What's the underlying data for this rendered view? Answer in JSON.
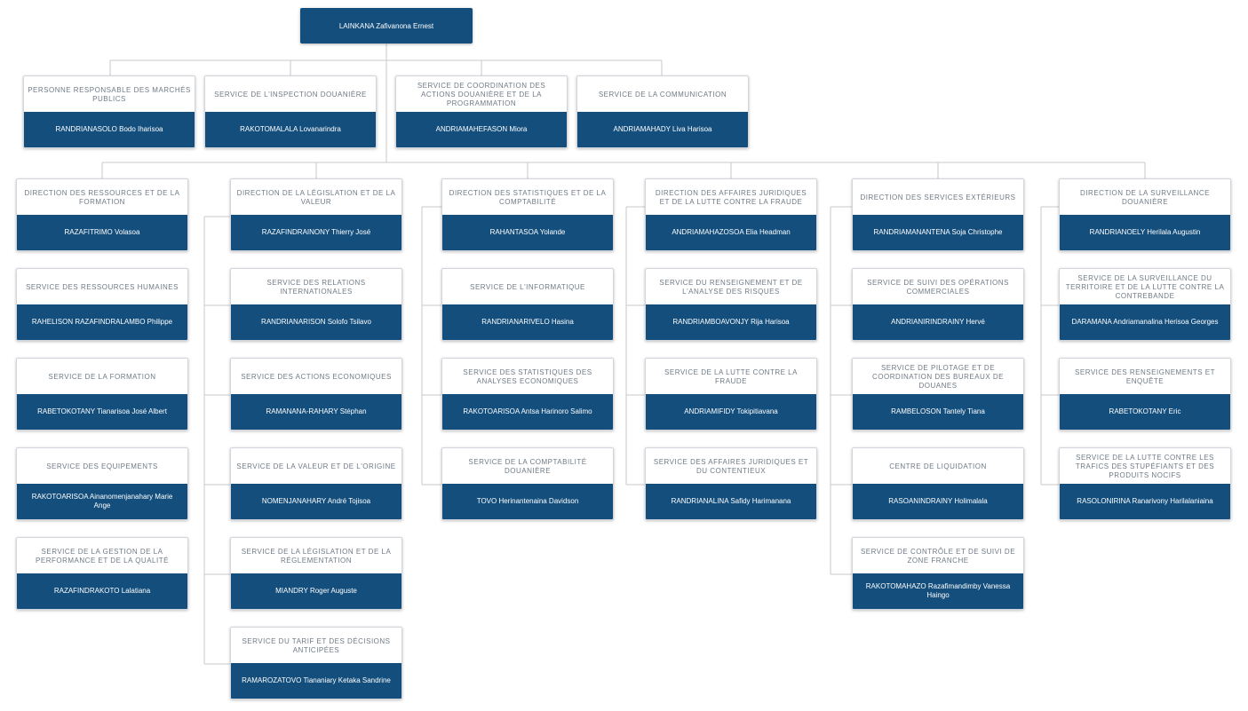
{
  "root": {
    "name": "LAINKANA Zafivanona Ernest"
  },
  "services_top": [
    {
      "title": "PERSONNE RESPONSABLE DES MARCHÉS PUBLICS",
      "person": "RANDRIANASOLO Bodo Iharisoa"
    },
    {
      "title": "SERVICE DE L'INSPECTION DOUANIÈRE",
      "person": "RAKOTOMALALA Lovanarindra"
    },
    {
      "title": "SERVICE DE COORDINATION DES ACTIONS DOUANIÈRE ET DE LA PROGRAMMATION",
      "person": "ANDRIAMAHEFASON Miora"
    },
    {
      "title": "SERVICE DE LA COMMUNICATION",
      "person": "ANDRIAMAHADY Liva Harisoa"
    }
  ],
  "directions": [
    {
      "title": "DIRECTION DES RESSOURCES ET DE LA FORMATION",
      "person": "RAZAFITRIMO Volasoa",
      "services": [
        {
          "title": "SERVICE DES RESSOURCES HUMAINES",
          "person": "RAHELISON RAZAFINDRALAMBO Philippe"
        },
        {
          "title": "SERVICE DE LA FORMATION",
          "person": "RABETOKOTANY Tianarisoa José Albert"
        },
        {
          "title": "SERVICE DES EQUIPEMENTS",
          "person": "RAKOTOARISOA Ainanomenjanahary Marie Ange"
        },
        {
          "title": "SERVICE DE LA GESTION DE LA PERFORMANCE ET DE LA QUALITÉ",
          "person": "RAZAFINDRAKOTO Lalatiana"
        }
      ]
    },
    {
      "title": "DIRECTION DE LA LÉGISLATION ET DE LA VALEUR",
      "person": "RAZAFINDRAINONY Thierry José",
      "services": [
        {
          "title": "SERVICE DES RELATIONS INTERNATIONALES",
          "person": "RANDRIANARISON Solofo Tsilavo"
        },
        {
          "title": "SERVICE DES ACTIONS ECONOMIQUES",
          "person": "RAMANANA-RAHARY Stéphan"
        },
        {
          "title": "SERVICE DE LA VALEUR ET DE L'ORIGINE",
          "person": "NOMENJANAHARY André Tojisoa"
        },
        {
          "title": "SERVICE DE LA LÉGISLATION ET DE LA RÉGLEMENTATION",
          "person": "MIANDRY Roger Auguste"
        },
        {
          "title": "SERVICE DU TARIF ET DES DÉCISIONS ANTICIPÉES",
          "person": "RAMAROZATOVO Tiananiary Ketaka Sandrine"
        }
      ]
    },
    {
      "title": "DIRECTION DES STATISTIQUES ET DE LA COMPTABILITÉ",
      "person": "RAHANTASOA Yolande",
      "services": [
        {
          "title": "SERVICE DE L'INFORMATIQUE",
          "person": "RANDRIANARIVELO Hasina"
        },
        {
          "title": "SERVICE DES STATISTIQUES DES ANALYSES ECONOMIQUES",
          "person": "RAKOTOARISOA Antsa Harinoro Salimo"
        },
        {
          "title": "SERVICE DE LA COMPTABILITÉ DOUANIÈRE",
          "person": "TOVO Herinantenaina Davidson"
        }
      ]
    },
    {
      "title": "DIRECTION DES AFFAIRES JURIDIQUES ET DE LA LUTTE CONTRE LA FRAUDE",
      "person": "ANDRIAMAHAZOSOA Elia Headman",
      "services": [
        {
          "title": "SERVICE DU RENSEIGNEMENT ET DE L'ANALYSE DES RISQUES",
          "person": "RANDRIAMBOAVONJY Rija Harisoa"
        },
        {
          "title": "SERVICE DE LA LUTTE CONTRE LA FRAUDE",
          "person": "ANDRIAMIFIDY Tokipitiavana"
        },
        {
          "title": "SERVICE DES AFFAIRES JURIDIQUES ET DU CONTENTIEUX",
          "person": "RANDRIANALINA Safidy Harimanana"
        }
      ]
    },
    {
      "title": "DIRECTION DES SERVICES EXTÉRIEURS",
      "person": "RANDRIAMANANTENA Soja Christophe",
      "services": [
        {
          "title": "SERVICE DE SUIVI DES OPÉRATIONS COMMERCIALES",
          "person": "ANDRIANIRINDRAINY Hervé"
        },
        {
          "title": "SERVICE DE PILOTAGE ET DE COORDINATION DES BUREAUX DE DOUANES",
          "person": "RAMBELOSON Tantely Tiana"
        },
        {
          "title": "CENTRE DE LIQUIDATION",
          "person": "RASOANINDRAINY Holimalala"
        },
        {
          "title": "SERVICE DE CONTRÔLE ET DE SUIVI DE ZONE FRANCHE",
          "person": "RAKOTOMAHAZO Razafimandimby Vanessa Haingo"
        }
      ]
    },
    {
      "title": "DIRECTION DE LA SURVEILLANCE DOUANIÈRE",
      "person": "RANDRIANOELY Herilala Augustin",
      "services": [
        {
          "title": "SERVICE DE LA SURVEILLANCE DU TERRITOIRE ET DE LA LUTTE CONTRE LA CONTREBANDE",
          "person": "DARAMANA Andriamanalina Herisoa Georges"
        },
        {
          "title": "SERVICE DES RENSEIGNEMENTS ET ENQUÊTE",
          "person": "RABETOKOTANY Eric"
        },
        {
          "title": "SERVICE DE LA LUTTE CONTRE LES TRAFICS DES STUPÉFIANTS ET DES PRODUITS NOCIFS",
          "person": "RASOLONIRINA Ranarivony Harilalaniaina"
        }
      ]
    }
  ],
  "colors": {
    "card_header": "#134e7c",
    "title_text": "#6f7a85",
    "connector": "#c8c8c8"
  }
}
